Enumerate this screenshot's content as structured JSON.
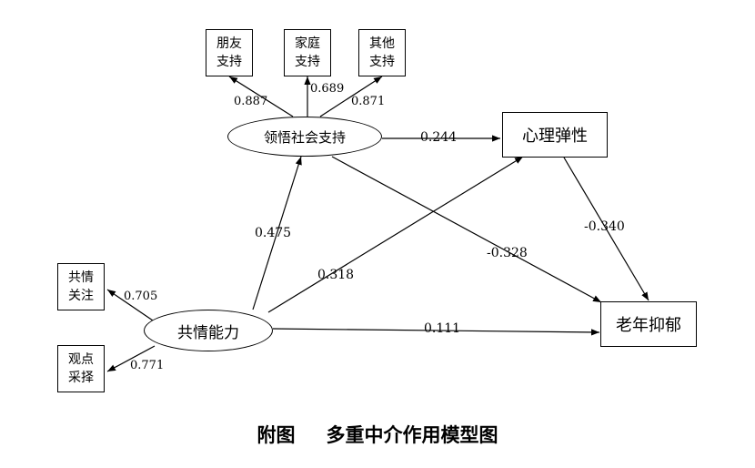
{
  "diagram": {
    "latent": {
      "empathy": "共情能力",
      "perceived_support": "领悟社会支持"
    },
    "observed": {
      "friend_support": [
        "朋友",
        "支持"
      ],
      "family_support": [
        "家庭",
        "支持"
      ],
      "other_support": [
        "其他",
        "支持"
      ],
      "empathic_concern": [
        "共情",
        "关注"
      ],
      "perspective_taking": [
        "观点",
        "采择"
      ],
      "resilience": "心理弹性",
      "depression": "老年抑郁"
    },
    "loadings": {
      "friend": "0.887",
      "family": "0.689",
      "other": "0.871",
      "concern": "0.705",
      "perspective": "0.771"
    },
    "paths": {
      "support_to_resilience": "0.244",
      "empathy_to_support": "0.475",
      "empathy_to_resilience": "0.318",
      "support_to_depression": "-0.328",
      "resilience_to_depression": "-0.340",
      "empathy_to_depression": "0.111"
    }
  },
  "caption": {
    "label": "附图",
    "title": "多重中介作用模型图"
  }
}
